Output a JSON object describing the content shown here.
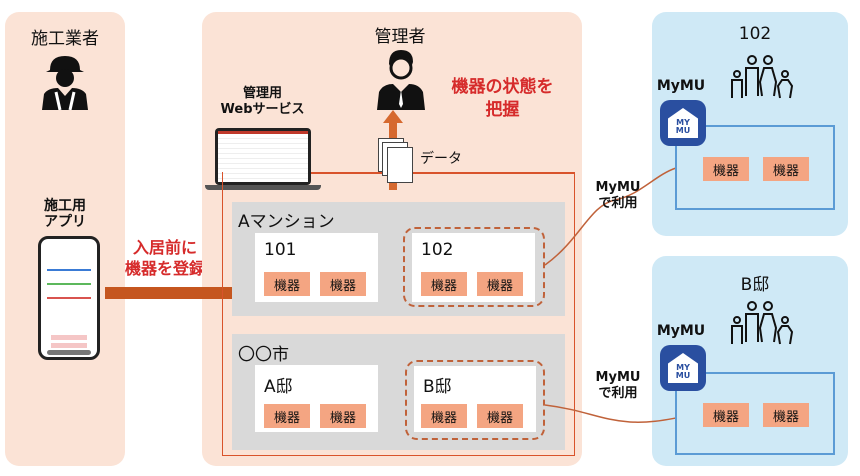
{
  "contractor": {
    "title": "施工業者",
    "app_label_1": "施工用",
    "app_label_2": "アプリ"
  },
  "register_arrow": {
    "line1": "入居前に",
    "line2": "機器を登録"
  },
  "admin": {
    "title": "管理者",
    "status_1": "機器の状態を",
    "status_2": "把握",
    "web_label_1": "管理用",
    "web_label_2": "Webサービス",
    "data_label": "データ"
  },
  "building_a": {
    "name": "Aマンション",
    "units": [
      {
        "name": "101",
        "devices": [
          "機器",
          "機器"
        ]
      },
      {
        "name": "102",
        "devices": [
          "機器",
          "機器"
        ]
      }
    ]
  },
  "city": {
    "name": "〇〇市",
    "units": [
      {
        "name": "A邸",
        "devices": [
          "機器",
          "機器"
        ]
      },
      {
        "name": "B邸",
        "devices": [
          "機器",
          "機器"
        ]
      }
    ]
  },
  "home_102": {
    "title": "102",
    "app": "MyMU",
    "icon_text_1": "MY",
    "icon_text_2": "MU",
    "devices": [
      "機器",
      "機器"
    ]
  },
  "home_b": {
    "title": "B邸",
    "app": "MyMU",
    "icon_text_1": "MY",
    "icon_text_2": "MU",
    "devices": [
      "機器",
      "機器"
    ]
  },
  "usage_label_1": "MyMU",
  "usage_label_2": "で利用"
}
